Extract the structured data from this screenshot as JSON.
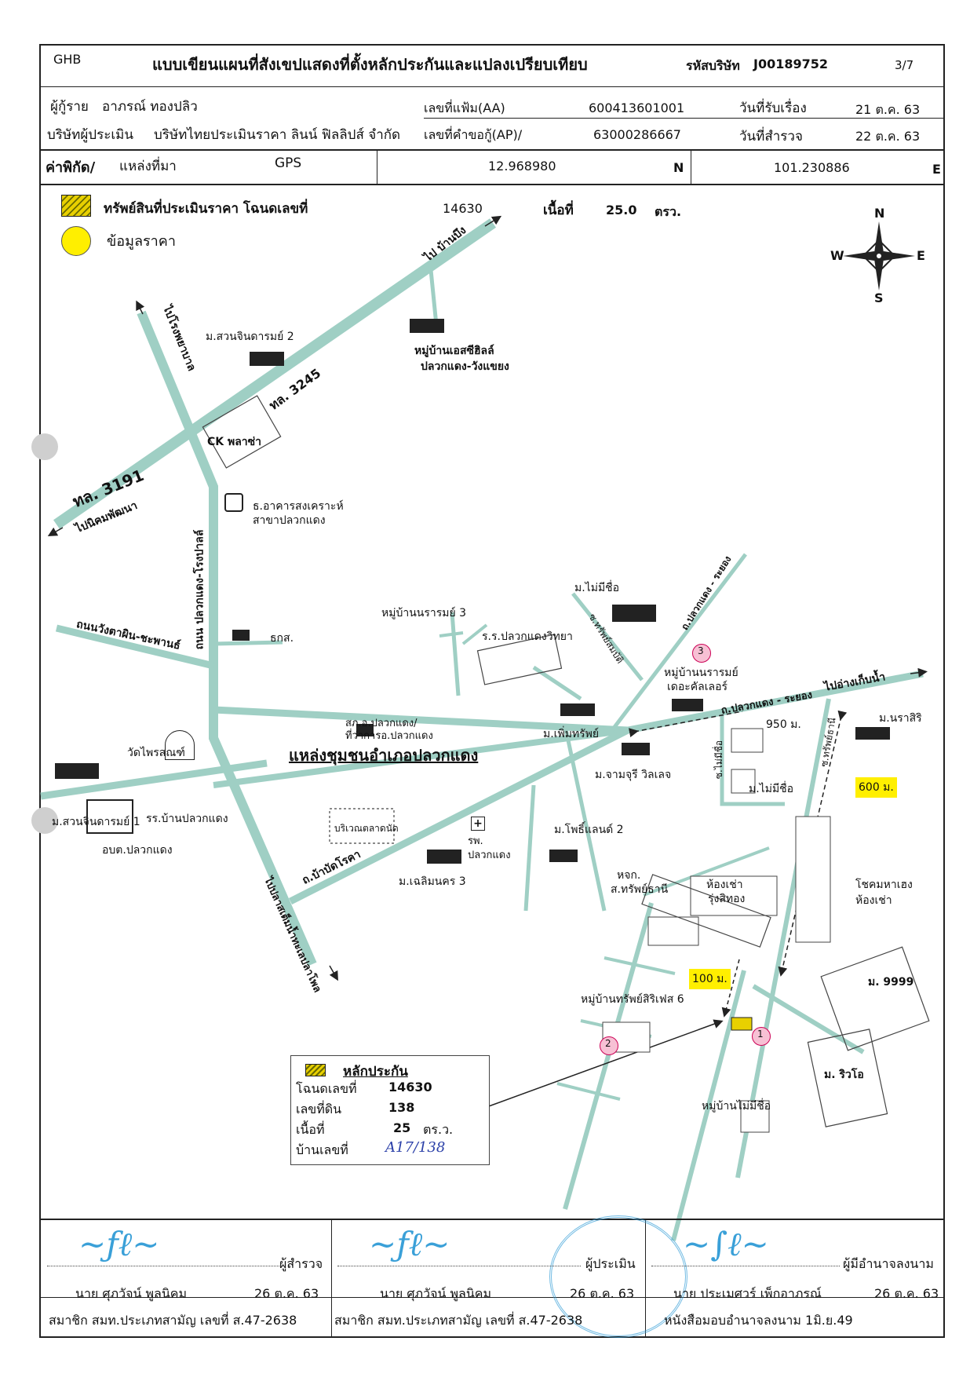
{
  "header": {
    "code": "GHB",
    "title": "แบบเขียนแผนที่สังเขปแสดงที่ตั้งหลักประกันและแปลงเปรียบเทียบ",
    "company_code_label": "รหัสบริษัท",
    "company_code": "J00189752",
    "page": "3/7"
  },
  "info": {
    "borrower_label": "ผู้กู้ราย",
    "borrower": "อาภรณ์  ทองปลิว",
    "file_no_label": "เลขที่แฟ้ม(AA)",
    "file_no": "600413601001",
    "received_label": "วันที่รับเรื่อง",
    "received": "21 ต.ค. 63",
    "appraiser_label": "บริษัทผู้ประเมิน",
    "appraiser": "บริษัทไทยประเมินราคา ลินน์ ฟิลลิปส์ จำกัด",
    "request_no_label": "เลขที่คำขอกู้(AP)/",
    "request_no": "63000286667",
    "survey_label": "วันที่สำรวจ",
    "survey": "22 ต.ค. 63"
  },
  "coords": {
    "label": "ค่าพิกัด/",
    "source_label": "แหล่งที่มา",
    "source": "GPS",
    "lat": "12.968980",
    "lat_dir": "N",
    "lon": "101.230886",
    "lon_dir": "E"
  },
  "legend": {
    "property_label": "ทรัพย์สินที่ประเมินราคา โฉนดเลขที่",
    "deed": "14630",
    "area_label": "เนื้อที่",
    "area": "25.0",
    "area_unit": "ตรว.",
    "price_info_label": "ข้อมูลราคา"
  },
  "compass": {
    "n": "N",
    "s": "S",
    "e": "E",
    "w": "W"
  },
  "map_labels": {
    "to_bankhai": "ไป บ้านบึง",
    "to_hospital": "ไปโรงพยาบาล",
    "suan_chan": "ม.สวนจินดารมย์ 2",
    "rd_3245": "ทล. 3245",
    "sc_hills_1": "หมู่บ้านเอสซีฮิลล์",
    "sc_hills_2": "ปลวกแดง-วังแขยง",
    "ck_plaza": "CK พลาซ่า",
    "rd_3191": "ทล. 3191",
    "to_pluak": "ไปนิคมพัฒนา",
    "ghb_1": "ธ.อาคารสงเคราะห์",
    "ghb_2": "สาขาปลวกแดง",
    "rd_pluak_rong": "ถนน ปลวกแดง-โรงปาลล์",
    "rd_wang": "ถนนวังตาผิน-ชะพานธ์",
    "baac": "ธกส.",
    "naram3": "หมู่บ้านนรารมย์ 3",
    "school": "ร.ร.ปลวกแดงวิทยา",
    "no_name_1": "ม.ไม่มีชื่อ",
    "rd_pluak_rayong": "ถ.ปลวกแดง - ระยอง",
    "soi_sap": "ซ.ทรัพย์สมบัติ",
    "naram_country_1": "หมู่บ้านนรารมย์",
    "naram_country_2": "เดอะคัลเลอร์",
    "to_chak": "ไปอ่างเก็บน้ำ",
    "district_1": "สภ.อ.ปลวกแดง/",
    "district_2": "ที่ว่าการอ.ปลวกแดง",
    "phoem": "ม.เพิ่มทรัพย์",
    "community": "แหล่งชุมชนอำเภอปลวกแดง",
    "chamchuri": "ม.จามจุรี วิลเลจ",
    "d950": "950 ม.",
    "soi_no_name": "ซ.ไม่มีชื่อ",
    "no_name_2": "ม.ไม่มีชื่อ",
    "soi_sap2": "ซ.ทรัพย์ธานี",
    "narasiri": "ม.นราสิริ",
    "d600": "600 ม.",
    "wat": "วัดไพรสณฑ์",
    "suan_1": "ม.สวนจินดารมย์ 1",
    "school2": "รร.บ้านปลวกแดง",
    "obt": "อบต.ปลวกแดง",
    "market": "บริเวณตลาดนัด",
    "hosp_1": "รพ.",
    "hosp_2": "ปลวกแดง",
    "phothi": "ม.โพธิ์แลนด์ 2",
    "chaloem": "ม.เฉลิมนคร 3",
    "rd_bai": "ถ.บ้าบัดโรคา",
    "to_maptaphut": "ไปปลาสเต็มน้ำทะเลปลาโพล",
    "hjk_1": "หจก.",
    "hjk_2": "ส.ทรัพย์ธานี",
    "rent_1": "ห้องเช่า",
    "rent_2": "รุ่งสิทอง",
    "chok_1": "โชคมหาเฮง",
    "chok_2": "ห้องเช่า",
    "d100": "100 ม.",
    "m9999": "ม. 9999",
    "sap_six": "หมู่บ้านทรัพย์สิริเฟส 6",
    "rivo": "ม. ริวโอ",
    "no_name_3": "หมู่บ้านไม่มีชื่อ",
    "c1": "1",
    "c2": "2",
    "c3": "3"
  },
  "collateral": {
    "title": "หลักประกัน",
    "deed_label": "โฉนดเลขที่",
    "deed": "14630",
    "land_label": "เลขที่ดิน",
    "land": "138",
    "area_label": "เนื้อที่",
    "area": "25",
    "area_unit": "ตร.ว.",
    "house_label": "บ้านเลขที่",
    "house": "A17/138"
  },
  "signatures": [
    {
      "role": "ผู้สำรวจ",
      "name": "นาย ศุภวัจน์  พูลนิคม",
      "date": "26 ต.ค. 63",
      "note": "สมาชิก สมท.ประเภทสามัญ เลขที่ ส.47-2638"
    },
    {
      "role": "ผู้ประเมิน",
      "name": "นาย ศุภวัจน์  พูลนิคม",
      "date": "26 ต.ค. 63",
      "note": "สมาชิก สมท.ประเภทสามัญ เลขที่ ส.47-2638"
    },
    {
      "role": "ผู้มีอำนาจลงนาม",
      "name": "นาย ประเมศวร์  เพ็กอาภรณ์",
      "date": "26 ต.ค. 63",
      "note": "หนังสือมอบอำนาจลงนาม  1มิ.ย.49"
    }
  ]
}
